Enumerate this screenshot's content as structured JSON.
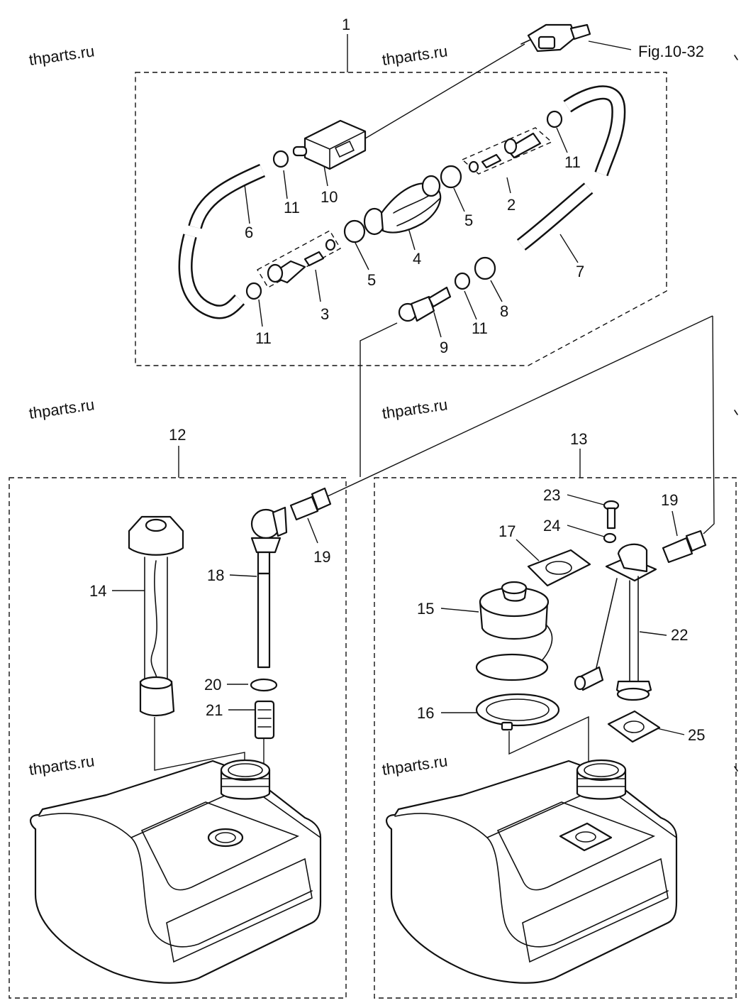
{
  "watermark": "thparts.ru",
  "figure_ref": "Fig.10-32",
  "callouts": {
    "n1": "1",
    "n2": "2",
    "n3": "3",
    "n4": "4",
    "n5a": "5",
    "n5b": "5",
    "n6": "6",
    "n7": "7",
    "n8": "8",
    "n9": "9",
    "n10": "10",
    "n11a": "11",
    "n11b": "11",
    "n11c": "11",
    "n11d": "11",
    "n12": "12",
    "n13": "13",
    "n14": "14",
    "n15": "15",
    "n16": "16",
    "n17": "17",
    "n18": "18",
    "n19a": "19",
    "n19b": "19",
    "n20": "20",
    "n21": "21",
    "n22": "22",
    "n23": "23",
    "n24": "24",
    "n25": "25"
  }
}
